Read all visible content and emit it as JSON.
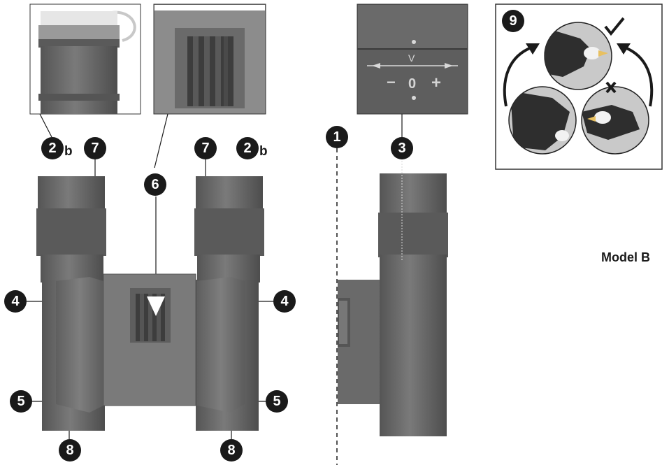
{
  "callouts": {
    "c1": "1",
    "c2_left": "2",
    "c2_left_suffix": "b",
    "c2_right": "2",
    "c2_right_suffix": "b",
    "c3": "3",
    "c4_left": "4",
    "c4_right": "4",
    "c5_left": "5",
    "c5_right": "5",
    "c6": "6",
    "c7_left": "7",
    "c7_right": "7",
    "c8_left": "8",
    "c8_right": "8",
    "c9": "9"
  },
  "model_label": "Model B",
  "diopter_scale": {
    "minus": "−",
    "zero": "0",
    "plus": "+"
  },
  "colors": {
    "body": "#6e6e6e",
    "body_dark": "#4f4f4f",
    "ink": "#1a1a1a",
    "panel_bg": "#7a7a7a",
    "circle_bg": "#c9c9c9"
  }
}
